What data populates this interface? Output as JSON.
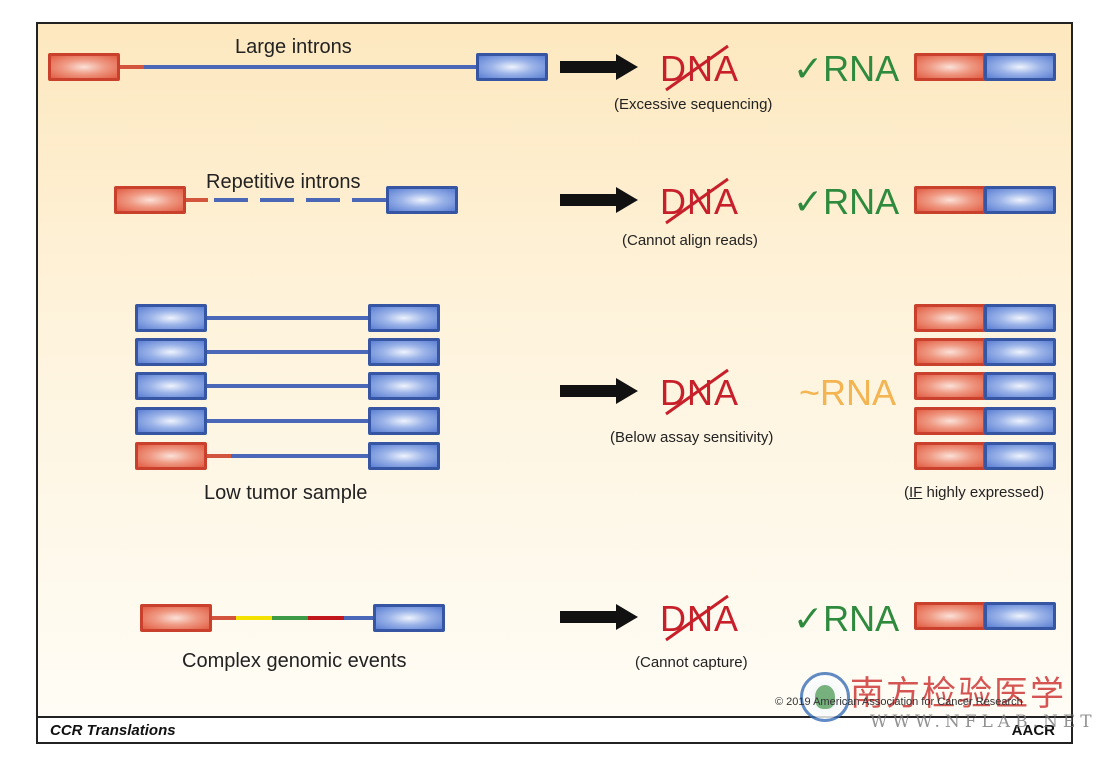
{
  "rows": [
    {
      "label": "Large introns",
      "dna": "DNA",
      "caption": "(Excessive sequencing)",
      "check": "✓",
      "rna": "RNA"
    },
    {
      "label": "Repetitive introns",
      "dna": "DNA",
      "caption": "(Cannot align reads)",
      "check": "✓",
      "rna": "RNA"
    },
    {
      "label": "Low tumor sample",
      "dna": "DNA",
      "caption": "(Below assay sensitivity)",
      "check": "~",
      "rna": "RNA",
      "note_prefix": "(",
      "note_underlined": "IF",
      "note_suffix": " highly expressed)"
    },
    {
      "label": "Complex genomic events",
      "dna": "DNA",
      "caption": "(Cannot capture)",
      "check": "✓",
      "rna": "RNA"
    }
  ],
  "footer": {
    "left": "CCR Translations",
    "right": "AACR"
  },
  "copyright": "© 2019 American Association for Cancer Research",
  "watermark": {
    "cn": "南方检验医学",
    "url": "WWW.NFLAB.NET"
  },
  "colors": {
    "dna_red": "#c8202a",
    "rna_green": "#2e8a3c",
    "rna_partial": "#f3b451",
    "exon_red": "#e25d44",
    "exon_blue": "#5b7fd3"
  }
}
